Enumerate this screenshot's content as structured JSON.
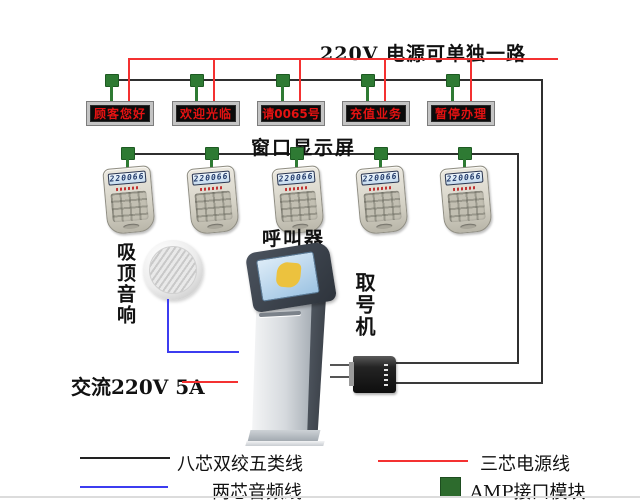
{
  "title": "220V  电源可单独一路",
  "display_row": {
    "label": "窗口显示屏",
    "messages": [
      "顾客您好",
      "欢迎光临",
      "请0065号",
      "充值业务",
      "暂停办理"
    ]
  },
  "caller_row": {
    "label": "呼叫器",
    "lcd_text": "220066"
  },
  "speaker": {
    "label": "吸顶音响"
  },
  "kiosk": {
    "label": "取号机"
  },
  "power_input": {
    "label": "交流220V 5A"
  },
  "legend": {
    "cat5_label": "八芯双绞五类线",
    "power_label": "三芯电源线",
    "audio_label": "两芯音频线",
    "amp_label": "AMP接口模块"
  },
  "colors": {
    "power_line_red": "#f43131",
    "data_line_black": "#2f2f2f",
    "audio_line_blue": "#3c3cf0",
    "amp_connector_green": "#2e7a33",
    "legend_swatch_green": "#2d6b2d",
    "led_text_red": "#e51212"
  },
  "icons": {
    "amp_connector": "green-square-connector",
    "amp_module": "black-interface-module",
    "speaker": "ceiling-speaker",
    "kiosk": "ticket-dispenser-kiosk"
  }
}
